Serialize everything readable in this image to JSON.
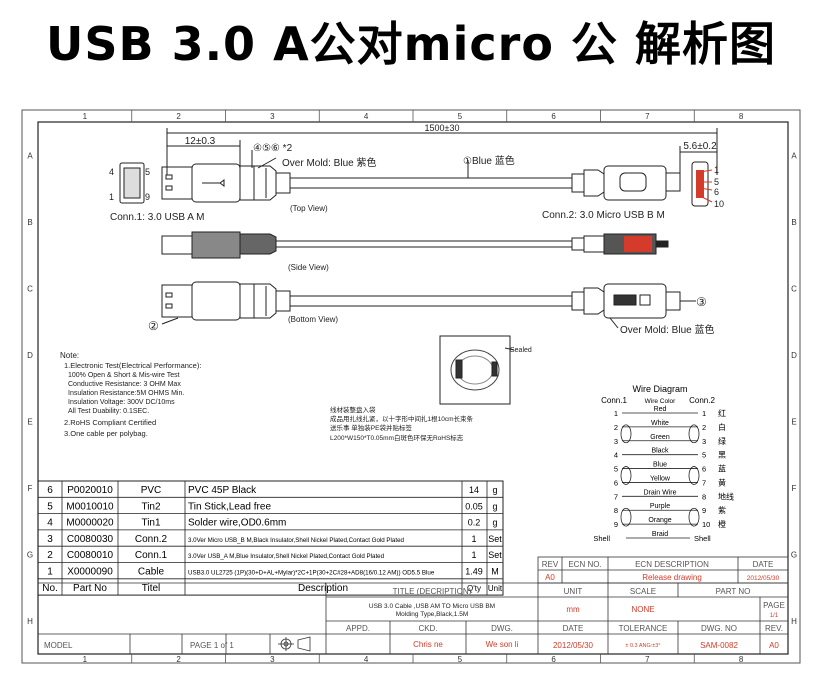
{
  "page_title": "USB 3.0 A公对micro 公 解析图",
  "border": {
    "cols": [
      "1",
      "2",
      "3",
      "4",
      "5",
      "6",
      "7",
      "8"
    ],
    "rows": [
      "A",
      "B",
      "C",
      "D",
      "E",
      "F",
      "G",
      "H"
    ]
  },
  "drawing": {
    "length_dim": "1500±30",
    "left_dim": "12±0.3",
    "right_dim": "5.6±0.2",
    "callout_456": "④⑤⑥ *2",
    "over_mold_top": "Over Mold: Blue 紫色",
    "cable_label": "①Blue 蓝色",
    "conn1": "Conn.1: 3.0 USB A M",
    "conn2": "Conn.2: 3.0 Micro USB B M",
    "top_view": "(Top View)",
    "side_view": "(Side View)",
    "bottom_view": "(Bottom View)",
    "callout_2": "②",
    "callout_3": "③",
    "over_mold_bottom": "Over Mold: Blue 蓝色",
    "pins_left": [
      "4",
      "5",
      "1",
      "9"
    ],
    "pins_right": [
      "1",
      "5",
      "6",
      "10"
    ],
    "sealed": "Sealed"
  },
  "notes": {
    "heading": "Note:",
    "lines": [
      "1.Electronic Test(Electrical Performance):",
      "100% Open & Short & Mis-wire Test",
      "Conductive Resistance: 3 OHM Max",
      "Insulation Resistance:5M OHMS Min.",
      "Insulation Voltage: 300V DC/10ms",
      "All Test Duability: 0.1SEC.",
      "2.RoHS Compliant Certified",
      "3.One cable per polybag."
    ]
  },
  "pack_note": [
    "线材装整盘入袋",
    "成品用扎线扎紧，以十字形中间扎1根10cm长束条",
    "送乐事 单独装PE袋并贴标签",
    "L200*W150*T0.05mm白斑色环保无RoHS标志"
  ],
  "wire_diagram": {
    "title": "Wire Diagram",
    "header": [
      "Conn.1",
      "Wire Color",
      "Conn.2"
    ],
    "rows": [
      {
        "l": "1",
        "color": "Red",
        "r": "1",
        "cn": "红"
      },
      {
        "l": "2",
        "color": "White",
        "r": "2",
        "cn": "白"
      },
      {
        "l": "3",
        "color": "Green",
        "r": "3",
        "cn": "绿"
      },
      {
        "l": "4",
        "color": "Black",
        "r": "5",
        "cn": "黑"
      },
      {
        "l": "5",
        "color": "Blue",
        "r": "6",
        "cn": "蓝"
      },
      {
        "l": "6",
        "color": "Yellow",
        "r": "7",
        "cn": "黄"
      },
      {
        "l": "7",
        "color": "Drain Wire",
        "r": "8",
        "cn": "地线"
      },
      {
        "l": "8",
        "color": "Purple",
        "r": "9",
        "cn": "紫"
      },
      {
        "l": "9",
        "color": "Orange",
        "r": "10",
        "cn": "橙"
      },
      {
        "l": "Shell",
        "color": "Braid",
        "r": "Shell",
        "cn": ""
      }
    ]
  },
  "bom": {
    "header": {
      "no": "No.",
      "part": "Part No",
      "titel": "Titel",
      "desc": "Description",
      "qty": "Q'ty",
      "unit": "Unit"
    },
    "rows": [
      {
        "no": "6",
        "part": "P0020010",
        "titel": "PVC",
        "desc": "PVC 45P Black",
        "qty": "14",
        "unit": "g"
      },
      {
        "no": "5",
        "part": "M0010010",
        "titel": "Tin2",
        "desc": "Tin Stick,Lead free",
        "qty": "0.05",
        "unit": "g"
      },
      {
        "no": "4",
        "part": "M0000020",
        "titel": "Tin1",
        "desc": "Solder wire,OD0.6mm",
        "qty": "0.2",
        "unit": "g"
      },
      {
        "no": "3",
        "part": "C0080030",
        "titel": "Conn.2",
        "desc": "3.0Ver Micro USB_B M,Black Insulator,Shell Nickel Plated,Contact Gold Plated",
        "qty": "1",
        "unit": "Set"
      },
      {
        "no": "2",
        "part": "C0080010",
        "titel": "Conn.1",
        "desc": "3.0Ver USB_A M,Blue Insulator,Shell Nickel Plated,Contact Gold Plated",
        "qty": "1",
        "unit": "Set"
      },
      {
        "no": "1",
        "part": "X0000090",
        "titel": "Cable",
        "desc": "USB3.0 UL2725 (1P)(30+D+AL+Mylar)*2C+1P(30+2C#28+AD8(16/0.12 AM)) OD5.5 Blue",
        "qty": "1.49",
        "unit": "M"
      }
    ]
  },
  "rev": {
    "header": [
      "REV",
      "ECN NO.",
      "ECN DESCRIPTION",
      "DATE"
    ],
    "row": [
      "A0",
      "",
      "Release drawing",
      "2012/05/30"
    ]
  },
  "titleblock": {
    "title_label": "TITLE (DECRIPTION)",
    "unit_label": "UNIT",
    "scale_label": "SCALE",
    "part_no_label": "PART NO",
    "title_line1": "USB 3.0 Cable ,USB AM TO Micro USB BM",
    "title_line2": "Molding Type,Black,1.5M",
    "unit": "mm",
    "scale": "NONE",
    "page_label": "PAGE",
    "page_value": "1/1",
    "appd": "APPD.",
    "ckd": "CKD.",
    "dwg": "DWG.",
    "date_label": "DATE",
    "tolerance_label": "TOLERANCE",
    "dwg_no_label": "DWG. NO",
    "rev_label": "REV.",
    "ckd_name": "Chris ne",
    "dwg_name": "We son li",
    "date": "2012/05/30",
    "tol": "± 0.3  ANG:±3°",
    "dwg_no": "SAM-0082",
    "rev_val": "A0",
    "model": "MODEL",
    "page": "PAGE 1 of 1"
  },
  "colors": {
    "accent_red": "#d43b2a",
    "line": "#222222"
  }
}
